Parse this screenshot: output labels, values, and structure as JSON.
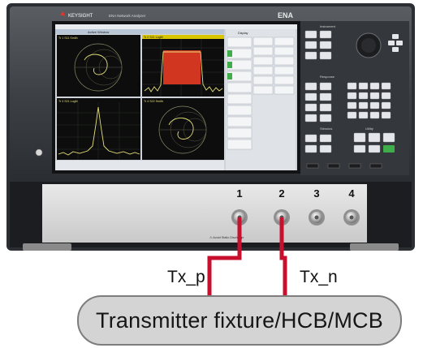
{
  "instrument": {
    "brand": "KEYSIGHT",
    "model_title": "ENA Network Analyzer",
    "model_code": "ENA",
    "section_labels": [
      "Instrument",
      "Response",
      "Stimulus",
      "Utility"
    ],
    "display": {
      "window_header": "Active Window",
      "traces": [
        {
          "title": "Tr 1  S11 Smith",
          "color": "#e6e07a"
        },
        {
          "title": "Tr 2  S21 LogM",
          "color": "#e6e07a"
        },
        {
          "title": "Tr 3  S21 LogM",
          "color": "#e6e07a"
        },
        {
          "title": "Tr 4  S22 Smith",
          "color": "#e6e07a"
        }
      ],
      "softkey_header": "Display"
    },
    "ports": [
      "1",
      "2",
      "3",
      "4"
    ]
  },
  "connections": {
    "tx_p_label": "Tx_p",
    "tx_n_label": "Tx_n",
    "line_color": "#c8102e"
  },
  "fixture": {
    "label": "Transmitter fixture/HCB/MCB"
  }
}
